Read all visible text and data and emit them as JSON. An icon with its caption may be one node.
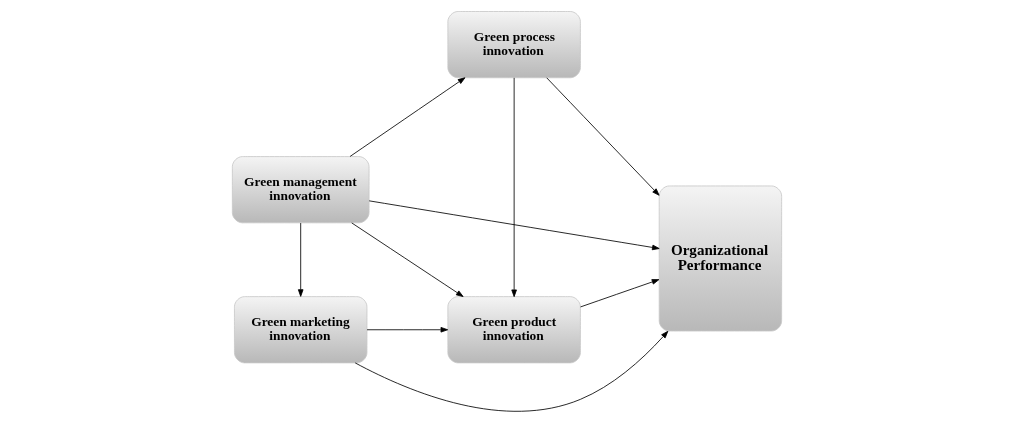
{
  "diagram": {
    "nodes": [
      {
        "text": [
          "Green management innovation"
        ]
      },
      {
        "text": [
          "Green process innovation"
        ]
      },
      {
        "text": [
          "Organizational Performance"
        ]
      },
      {
        "text": [
          "Green marketing innovation"
        ]
      },
      {
        "text": [
          "Green product innovation"
        ]
      }
    ],
    "edges": [
      {
        "from": 0,
        "to": 1,
        "arrow": "to"
      },
      {
        "from": 0,
        "to": 2,
        "arrow": "to"
      },
      {
        "from": 0,
        "to": 3,
        "arrow": "to"
      },
      {
        "from": 0,
        "to": 4,
        "arrow": "to"
      },
      {
        "from": 1,
        "to": 2,
        "arrow": "to"
      },
      {
        "from": 1,
        "to": 4,
        "arrow": "to"
      },
      {
        "from": 3,
        "to": 4,
        "arrow": "to"
      },
      {
        "from": 3,
        "to": 2,
        "arrow": "to"
      },
      {
        "from": 4,
        "to": 2,
        "arrow": "to"
      }
    ]
  }
}
